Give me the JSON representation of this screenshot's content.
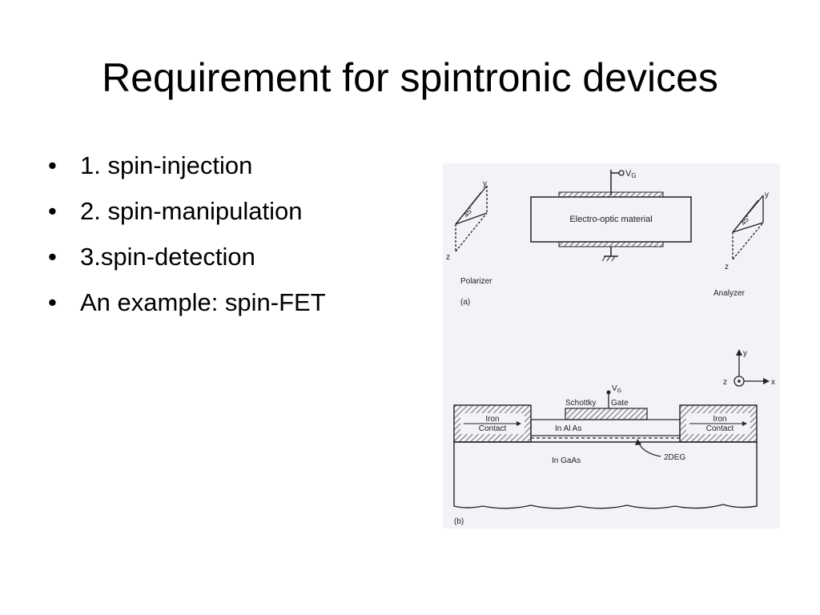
{
  "slide": {
    "title": "Requirement for spintronic devices",
    "bullets": [
      "1. spin-injection",
      "2. spin-manipulation",
      "3.spin-detection",
      "An example: spin-FET"
    ],
    "bullet_glyph": "•"
  },
  "figure": {
    "panel_a": {
      "label": "(a)",
      "gate_label": "V",
      "gate_subscript": "G",
      "material_label": "Electro-optic material",
      "polarizer_label": "Polarizer",
      "analyzer_label": "Analyzer",
      "angle_label": "45°",
      "axis_y": "y",
      "axis_z": "z"
    },
    "panel_b": {
      "label": "(b)",
      "gate_label": "V",
      "gate_subscript": "G",
      "schottky_label": "Schottky",
      "gate_word": "Gate",
      "contact_line1": "Iron",
      "contact_line2": "Contact",
      "inalas_label": "In Al As",
      "ingaas_label": "In GaAs",
      "twodeg_label": "2DEG",
      "axis_y": "y",
      "axis_z": "z",
      "axis_x": "x"
    }
  }
}
